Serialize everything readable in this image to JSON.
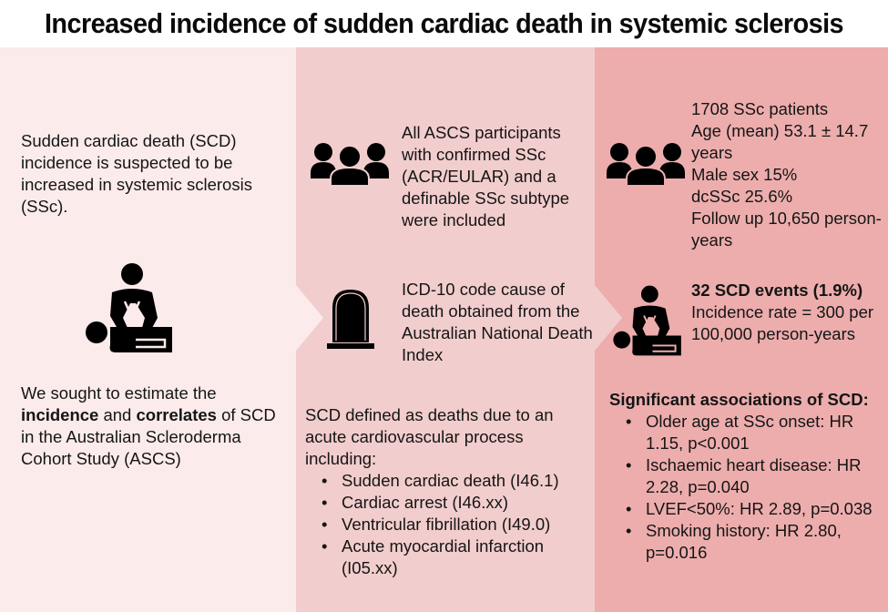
{
  "title": "Increased incidence of sudden cardiac death in systemic sclerosis",
  "colors": {
    "left_panel": "#fcebeb",
    "middle_panel": "#f2cdcd",
    "right_panel": "#edadad",
    "icon": "#000000"
  },
  "left": {
    "background_text": "Sudden cardiac death (SCD) incidence is suspected to be increased in systemic sclerosis (SSc).",
    "icon": "cpr-icon",
    "aim_prefix": "We sought to estimate the ",
    "aim_bold_1": "incidence",
    "aim_mid": " and ",
    "aim_bold_2": "correlates",
    "aim_suffix": " of SCD in the Australian Scleroderma Cohort Study (ASCS)"
  },
  "middle": {
    "participants_icon": "group-icon",
    "participants_text": "All ASCS participants with confirmed SSc (ACR/EULAR) and a definable SSc subtype were included",
    "source_icon": "tombstone-icon",
    "source_text": "ICD-10 code cause of death obtained from the Australian National Death Index",
    "definition_intro": "SCD defined as deaths due to an acute cardiovascular process including:",
    "definition_items": [
      "Sudden cardiac death (I46.1)",
      "Cardiac arrest (I46.xx)",
      "Ventricular fibrillation (I49.0)",
      "Acute myocardial infarction (I05.xx)"
    ]
  },
  "right": {
    "cohort_icon": "group-icon",
    "cohort_lines": [
      "1708 SSc patients",
      "Age (mean) 53.1 ± 14.7 years",
      "Male sex 15%",
      "dcSSc 25.6%",
      "Follow up 10,650 person-years"
    ],
    "events_icon": "cpr-icon",
    "events_heading": "32 SCD events (1.9%)",
    "events_text": "Incidence rate = 300 per 100,000 person-years",
    "associations_heading": "Significant associations of SCD:",
    "associations": [
      "Older age at SSc onset: HR 1.15, p<0.001",
      "Ischaemic heart disease: HR 2.28, p=0.040",
      "LVEF<50%: HR 2.89, p=0.038",
      "Smoking history: HR 2.80, p=0.016"
    ]
  }
}
